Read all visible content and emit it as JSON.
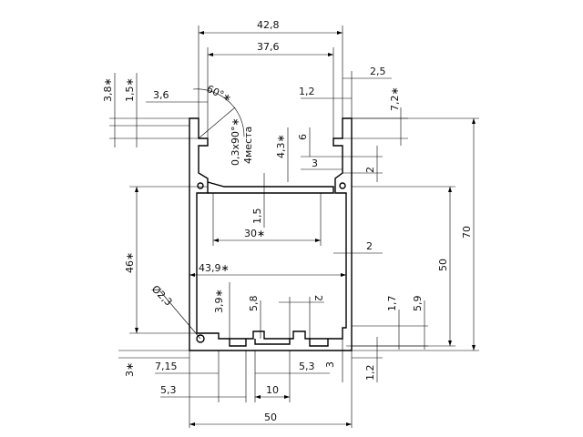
{
  "dimensions": {
    "top_width_outer": "42,8",
    "top_width_inner": "37,6",
    "left_3_8": "3,8∗",
    "left_1_5": "1,5∗",
    "left_3_6": "3,6",
    "angle_60": "60°∗",
    "chamfer": "0,3x90°∗",
    "places": "4места",
    "h_4_3": "4,3∗",
    "h_6": "6",
    "w_3": "3",
    "w_2_top": "2",
    "w_1_2_top": "1,2",
    "w_2_5": "2,5",
    "h_7_2": "7,2∗",
    "h_1_5_mid": "1,5",
    "w_30": "30∗",
    "w_2_mid": "2",
    "h_46": "46∗",
    "h_50": "50",
    "h_70": "70",
    "w_43_9": "43,9∗",
    "dia_2_3": "Ø2,3",
    "h_3_9": "3,9∗",
    "h_5_8": "5,8",
    "w_2_slot": "2",
    "h_1_7": "1,7",
    "h_5_9": "5,9",
    "h_3_left": "3∗",
    "w_7_15": "7,15",
    "w_5_3_left": "5,3",
    "w_5_3_right": "5,3",
    "h_3_bottom": "3",
    "h_1_2_bottom": "1,2",
    "w_10": "10",
    "w_50_bottom": "50"
  }
}
